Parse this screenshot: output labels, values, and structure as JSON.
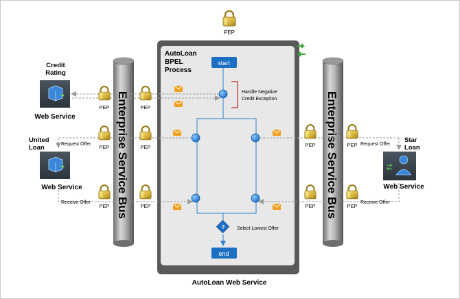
{
  "diagram": {
    "top_pep_label": "PEP",
    "process": {
      "title_line1": "AutoLoan",
      "title_line2": "BPEL",
      "title_line3": "Process",
      "start_label": "start",
      "end_label": "end",
      "decision_symbol": "?",
      "annotation_line1": "Handle Negative",
      "annotation_line2": "Credit Exception",
      "select_label": "Select Lowest Offer",
      "container_label": "AutoLoan Web Service"
    },
    "bus_left_label": "Enterprise Service Bus",
    "bus_right_label": "Enterprise Service Bus",
    "services": {
      "credit_rating": {
        "name_line1": "Credit",
        "name_line2": "Rating",
        "type_label": "Web Service"
      },
      "united_loan": {
        "name_line1": "United",
        "name_line2": "Loan",
        "type_label": "Web Service"
      },
      "star_loan": {
        "name_line1": "Star",
        "name_line2": "Loan",
        "type_label": "Web Service"
      }
    },
    "pep_label": "PEP",
    "edges": {
      "request_offer_left": "Request Offer",
      "receive_offer_left": "Receive Offer",
      "request_offer_right": "Request Offer",
      "receive_offer_right": "Receive Offer"
    },
    "colors": {
      "container_border": "#595959",
      "container_fill": "#e8e8e8",
      "flow_node": "#1d6fc4",
      "flow_line": "#2d7fd0",
      "envelope": "#f0a020",
      "bracket": "#cc2222",
      "lock_gold": "#d4b23a",
      "arrow_green": "#3aa83a"
    }
  }
}
